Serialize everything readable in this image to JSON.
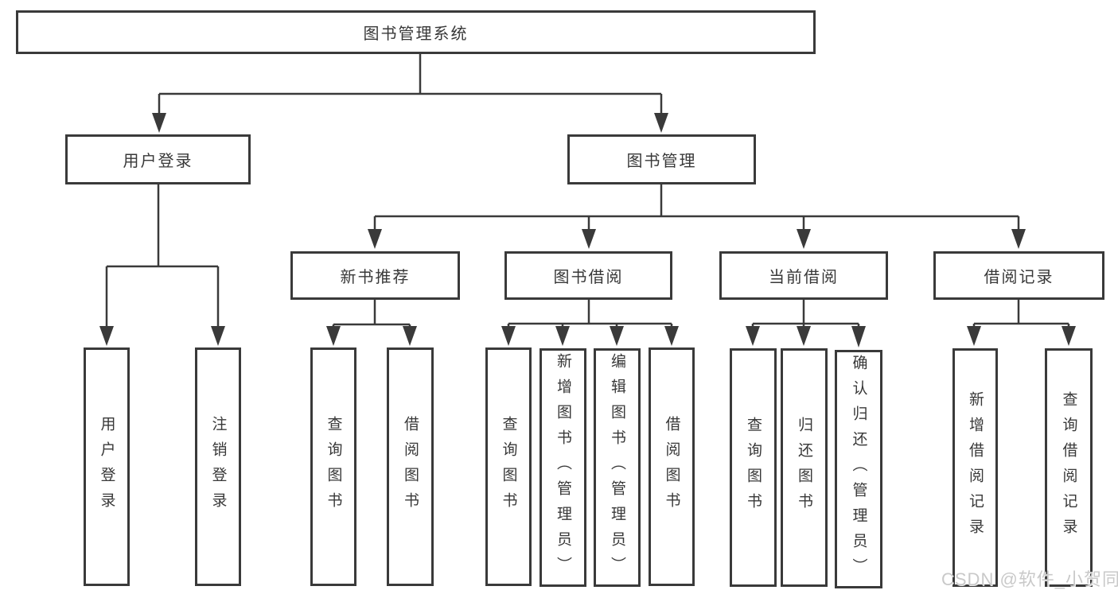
{
  "diagram": {
    "title": "图书管理系统",
    "level2": {
      "user_login": {
        "label": "用户登录",
        "children": [
          "用户登录",
          "注销登录"
        ]
      },
      "book_mgmt": {
        "label": "图书管理",
        "children": {
          "new_book": {
            "label": "新书推荐",
            "children": [
              "查询图书",
              "借阅图书"
            ]
          },
          "book_borrow": {
            "label": "图书借阅",
            "children": [
              "查询图书",
              "新增图书（管理员）",
              "编辑图书（管理员）",
              "借阅图书"
            ]
          },
          "current_borrow": {
            "label": "当前借阅",
            "children": [
              "查询图书",
              "归还图书",
              "确认归还（管理员）"
            ]
          },
          "borrow_records": {
            "label": "借阅记录",
            "children": [
              "新增借阅记录",
              "查询借阅记录"
            ]
          }
        }
      }
    }
  },
  "watermark": "CSDN @软件_小贺同学",
  "colors": {
    "line": "#3a3a3a",
    "text": "#383838",
    "background": "#ffffff",
    "watermark": "#c9c9c9"
  }
}
